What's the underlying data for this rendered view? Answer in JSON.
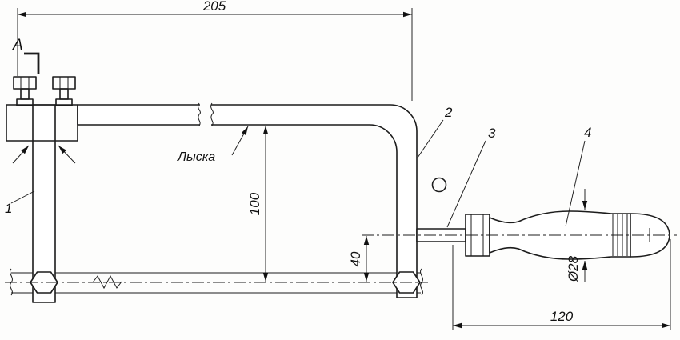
{
  "dimensions": {
    "overall_width": "205",
    "frame_depth": "100",
    "blade_offset": "40",
    "handle_length": "120",
    "handle_diameter": "Ø28"
  },
  "labels": {
    "section": "A",
    "flat": "Лыска"
  },
  "parts": {
    "p1": "1",
    "p2": "2",
    "p3": "3",
    "p4": "4"
  }
}
